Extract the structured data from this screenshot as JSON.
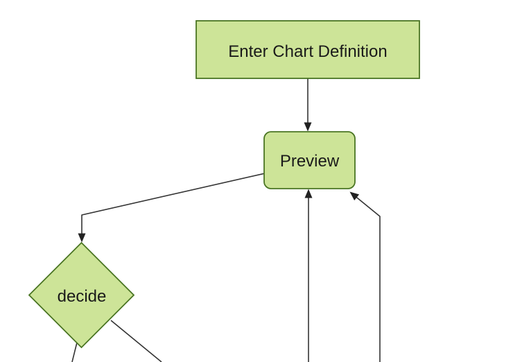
{
  "diagram": {
    "type": "flowchart",
    "direction": "top-down",
    "background_color": "#ffffff",
    "node_fill_color": "#cde498",
    "node_border_color": "#4a7523",
    "edge_color": "#333333",
    "arrowhead_color": "#222222",
    "label_color": "#1a1a1a",
    "nodes": [
      {
        "id": "enter-chart-definition",
        "label": "Enter Chart Definition",
        "shape": "rectangle"
      },
      {
        "id": "preview",
        "label": "Preview",
        "shape": "rounded-rectangle"
      },
      {
        "id": "decide",
        "label": "decide",
        "shape": "diamond"
      }
    ],
    "edges": [
      {
        "from": "enter-chart-definition",
        "to": "preview",
        "arrow": true
      },
      {
        "from": "preview",
        "to": "decide",
        "arrow": true
      },
      {
        "from": "offscreen-bottom",
        "to": "preview",
        "arrow": true
      },
      {
        "from": "offscreen-bottom-right",
        "to": "preview",
        "arrow": true
      },
      {
        "from": "decide",
        "to": "offscreen-bottom-left",
        "arrow": false
      },
      {
        "from": "decide",
        "to": "offscreen-bottom-right",
        "arrow": false
      }
    ]
  }
}
